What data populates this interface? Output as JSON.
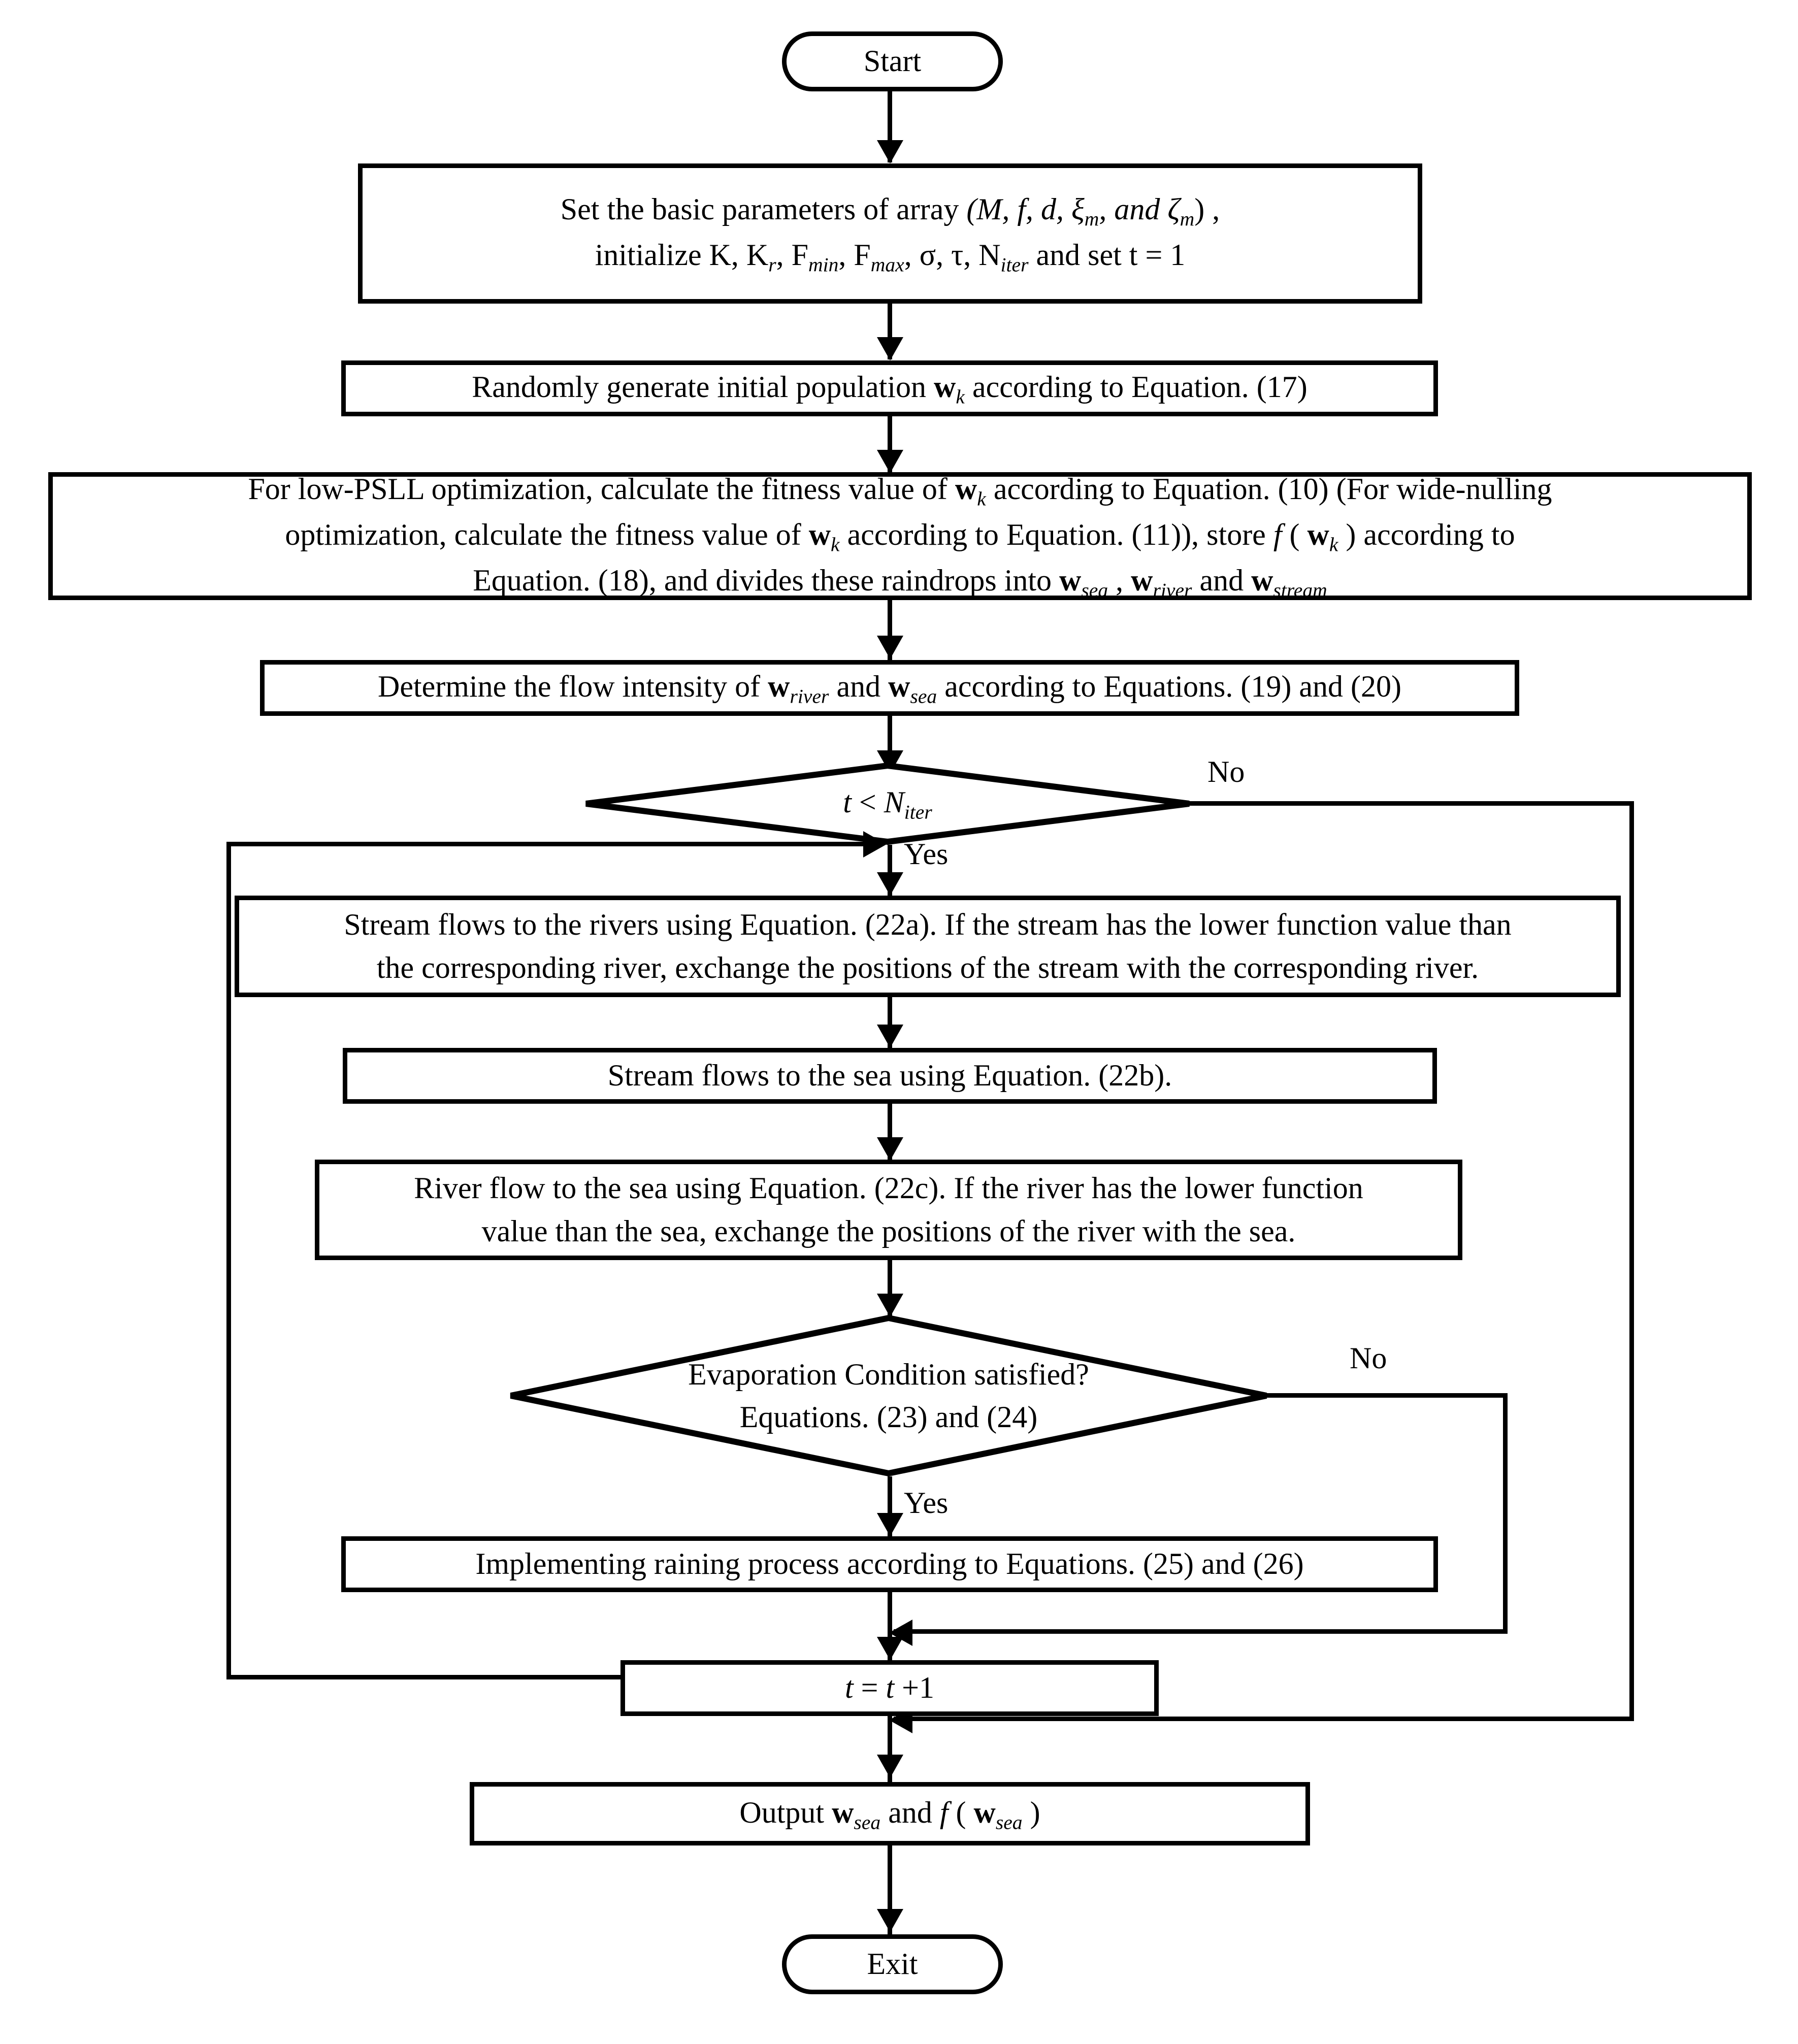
{
  "diagram": {
    "title": "Flowchart of the water cycle algorithm for array synthesis",
    "type": "flowchart",
    "line_color": "#000000",
    "fill_color": "#ffffff"
  },
  "nodes": {
    "start": {
      "label": "Start",
      "shape": "terminal"
    },
    "set_params": {
      "shape": "process",
      "line1_pre": "Set the basic parameters of array ",
      "line1_params": "(M, f, d, ξ",
      "line1_sub1": "m",
      "line1_mid": ", and ζ",
      "line1_sub2": "m",
      "line1_end": ") ,",
      "line2_pre": "initialize  K,   K",
      "line2_sub_r": "r",
      "line2_a": ",   F",
      "line2_sub_min": "min",
      "line2_b": ",   F",
      "line2_sub_max": "max",
      "line2_c": ",   σ,   τ,   N",
      "line2_sub_iter": "iter",
      "line2_end": " and set t = 1",
      "plain": "Set the basic parameters of array (M, f, d, ξm, and ζm), initialize K, Kr, Fmin, Fmax, σ, τ, Niter and set t = 1"
    },
    "init_population": {
      "shape": "process",
      "pre": "Randomly generate initial population  ",
      "sym": "w",
      "sym_sub": "k",
      "post": "  according to  Equation. (17)",
      "plain": "Randomly generate initial population wk according to Equation. (17)"
    },
    "fitness": {
      "shape": "process",
      "l1_a": "For low-PSLL optimization, calculate the fitness value of ",
      "l1_sym": "w",
      "l1_sub": "k",
      "l1_b": " according to Equation. (10)  (For wide-nulling",
      "l2_a": "optimization, calculate the fitness value of  ",
      "l2_sym": "w",
      "l2_sub": "k",
      "l2_b": " according to Equation. (11)), store  ",
      "l2_f": "f",
      "l2_c": " ( ",
      "l2_sym2": "w",
      "l2_sub2": "k",
      "l2_d": " )   according to",
      "l3_a": "Equation. (18), and divides these raindrops into ",
      "l3_sym1": "w",
      "l3_sub1": "sea",
      "l3_b": " , ",
      "l3_sym2": "w",
      "l3_sub2": "river",
      "l3_c": " and  ",
      "l3_sym3": "w",
      "l3_sub3": "stream",
      "plain": "For low-PSLL optimization, calculate the fitness value of wk according to Equation. (10) (For wide-nulling optimization, calculate the fitness value of wk according to Equation. (11)), store f(wk) according to Equation. (18), and divides these raindrops into wsea, wriver and wstream"
    },
    "flow_intensity": {
      "shape": "process",
      "a": "Determine the flow intensity of ",
      "sym1": "w",
      "sub1": "river",
      "b": " and  ",
      "sym2": "w",
      "sub2": "sea",
      "c": " according to Equations. (19) and (20)",
      "plain": "Determine the flow intensity of wriver and wsea according to Equations. (19) and (20)"
    },
    "iter_check": {
      "shape": "decision",
      "cond_t": "t",
      "cond_op": " < ",
      "cond_n": "N",
      "cond_sub": "iter",
      "plain": "t < Niter"
    },
    "stream_to_rivers": {
      "shape": "process",
      "line1": "Stream flows to the rivers using Equation. (22a). If the stream has the lower function value than",
      "line2": "the corresponding river, exchange the positions of the stream with the corresponding river."
    },
    "stream_to_sea": {
      "shape": "process",
      "line1": "Stream flows to the sea using Equation. (22b)."
    },
    "river_to_sea": {
      "shape": "process",
      "line1": "River flow to the sea using Equation. (22c). If the river has the lower function",
      "line2": "value than the sea, exchange the positions of the river with the sea."
    },
    "evaporation": {
      "shape": "decision",
      "line1": "Evaporation Condition satisfied?",
      "line2": "Equations. (23)  and (24)",
      "plain": "Evaporation Condition satisfied? Equations. (23) and (24)"
    },
    "raining": {
      "shape": "process",
      "line1": "Implementing raining process according to Equations. (25) and (26)"
    },
    "increment": {
      "shape": "process",
      "t1": "t",
      "eq": " = ",
      "t2": "t",
      "plus": " +1",
      "plain": "t = t +1"
    },
    "output": {
      "shape": "process",
      "a": "Output ",
      "sym1": "w",
      "sub1": "sea",
      "b": " and  ",
      "f": "f",
      "c": " ( ",
      "sym2": "w",
      "sub2": "sea",
      "d": " )",
      "plain": "Output wsea and f(wsea)"
    },
    "exit": {
      "label": "Exit",
      "shape": "terminal"
    }
  },
  "edge_labels": {
    "iter_no": "No",
    "iter_yes": "Yes",
    "evap_no": "No",
    "evap_yes": "Yes"
  }
}
